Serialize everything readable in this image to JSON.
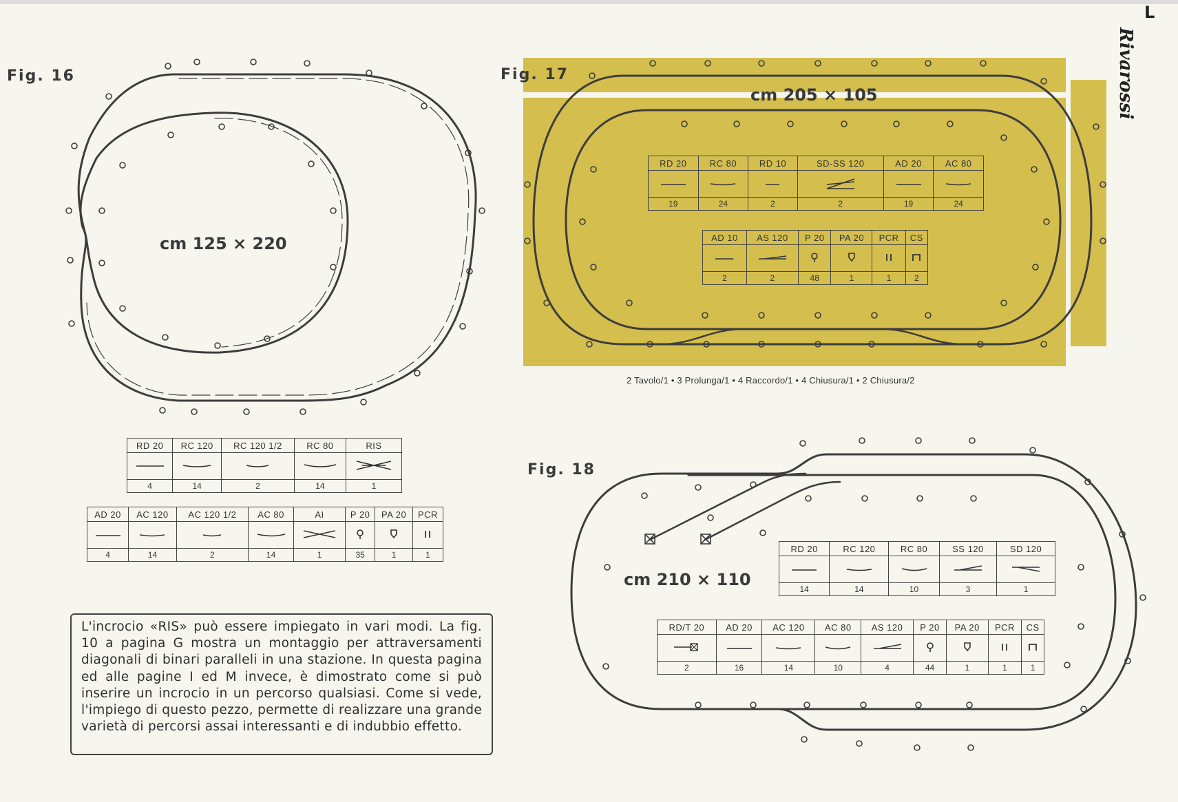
{
  "page": {
    "letter": "L",
    "brand": "Rivarossi"
  },
  "colors": {
    "panel": "#d4be4e",
    "ink": "#3d3d3d",
    "paper": "#f6f5ee"
  },
  "fig16": {
    "label": "Fig. 16",
    "size": "cm 125 × 220",
    "table1": {
      "headers": [
        "RD 20",
        "RC 120",
        "RC 120 1/2",
        "RC 80",
        "RIS"
      ],
      "quantities": [
        "4",
        "14",
        "2",
        "14",
        "1"
      ]
    },
    "table2": {
      "headers": [
        "AD 20",
        "AC 120",
        "AC 120 1/2",
        "AC 80",
        "AI",
        "P 20",
        "PA 20",
        "PCR"
      ],
      "quantities": [
        "4",
        "14",
        "2",
        "14",
        "1",
        "35",
        "1",
        "1"
      ]
    }
  },
  "fig17": {
    "label": "Fig. 17",
    "size": "cm 205 × 105",
    "table1": {
      "headers": [
        "RD 20",
        "RC 80",
        "RD 10",
        "SD-SS 120",
        "AD 20",
        "AC 80"
      ],
      "quantities": [
        "19",
        "24",
        "2",
        "2",
        "19",
        "24"
      ]
    },
    "table2": {
      "headers": [
        "AD 10",
        "AS 120",
        "P 20",
        "PA 20",
        "PCR",
        "CS"
      ],
      "quantities": [
        "2",
        "2",
        "48",
        "1",
        "1",
        "2"
      ]
    },
    "legend": "2 Tavolo/1 • 3 Prolunga/1 • 4 Raccordo/1 • 4 Chiusura/1 • 2 Chiusura/2"
  },
  "fig18": {
    "label": "Fig. 18",
    "size": "cm 210 × 110",
    "table1": {
      "headers": [
        "RD 20",
        "RC 120",
        "RC 80",
        "SS 120",
        "SD 120"
      ],
      "quantities": [
        "14",
        "14",
        "10",
        "3",
        "1"
      ]
    },
    "table2": {
      "headers": [
        "RD/T 20",
        "AD 20",
        "AC 120",
        "AC 80",
        "AS 120",
        "P 20",
        "PA 20",
        "PCR",
        "CS"
      ],
      "quantities": [
        "2",
        "16",
        "14",
        "10",
        "4",
        "44",
        "1",
        "1",
        "1"
      ]
    }
  },
  "note": "L'incrocio «RIS» può essere impiegato in vari modi. La fig. 10 a pagina G mostra un montaggio per attraversamenti diagonali di binari paralleli in una stazione. In questa pagina ed alle pagine I ed M invece, è dimostrato come si può inserire un incrocio in un percorso qualsiasi. Come si vede, l'impiego di questo pezzo, permette di realizzare una grande varietà di percorsi assai interessanti e di indubbio effetto."
}
